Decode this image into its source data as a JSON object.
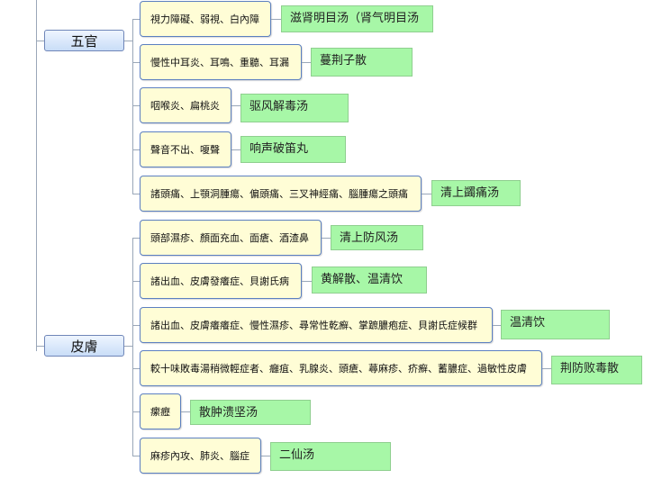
{
  "categories": [
    {
      "label": "五官",
      "items": [
        {
          "symptom": "視力障礙、弱視、白內障",
          "remedy": "滋肾明目汤（肾气明目汤"
        },
        {
          "symptom": "慢性中耳炎、耳鳴、重聽、耳漏",
          "remedy": "蔓荆子散"
        },
        {
          "symptom": "咽喉炎、扁桃炎",
          "remedy": "驱风解毒汤"
        },
        {
          "symptom": "聲音不出、嗄聲",
          "remedy": "响声破笛丸"
        },
        {
          "symptom": "諸頭痛、上顎洞腫瘍、偏頭痛、三叉神經痛、腦腫瘍之頭痛",
          "remedy": "清上蠲痛汤"
        }
      ]
    },
    {
      "label": "皮膚",
      "items": [
        {
          "symptom": "頭部濕疹、顏面充血、面瘡、酒渣鼻",
          "remedy": "清上防风汤"
        },
        {
          "symptom": "諸出血、皮膚發癢症、貝謝氏病",
          "remedy": "黄解散、温清饮"
        },
        {
          "symptom": "諸出血、皮膚癢癢症、慢性濕疹、尋常性乾癬、掌蹠膿疱症、貝謝氏症候群",
          "remedy": "温清饮"
        },
        {
          "symptom": "較十味敗毒湯稍微輕症者、癰疽、乳腺炎、頭瘡、蕁麻疹、疥癬、蓄膿症、過敏性皮膚",
          "remedy": "荆防败毒散"
        },
        {
          "symptom": "瘰癧",
          "remedy": "散肿溃坚汤"
        },
        {
          "symptom": "麻疹內攻、肺炎、腦症",
          "remedy": "二仙汤"
        }
      ]
    }
  ]
}
